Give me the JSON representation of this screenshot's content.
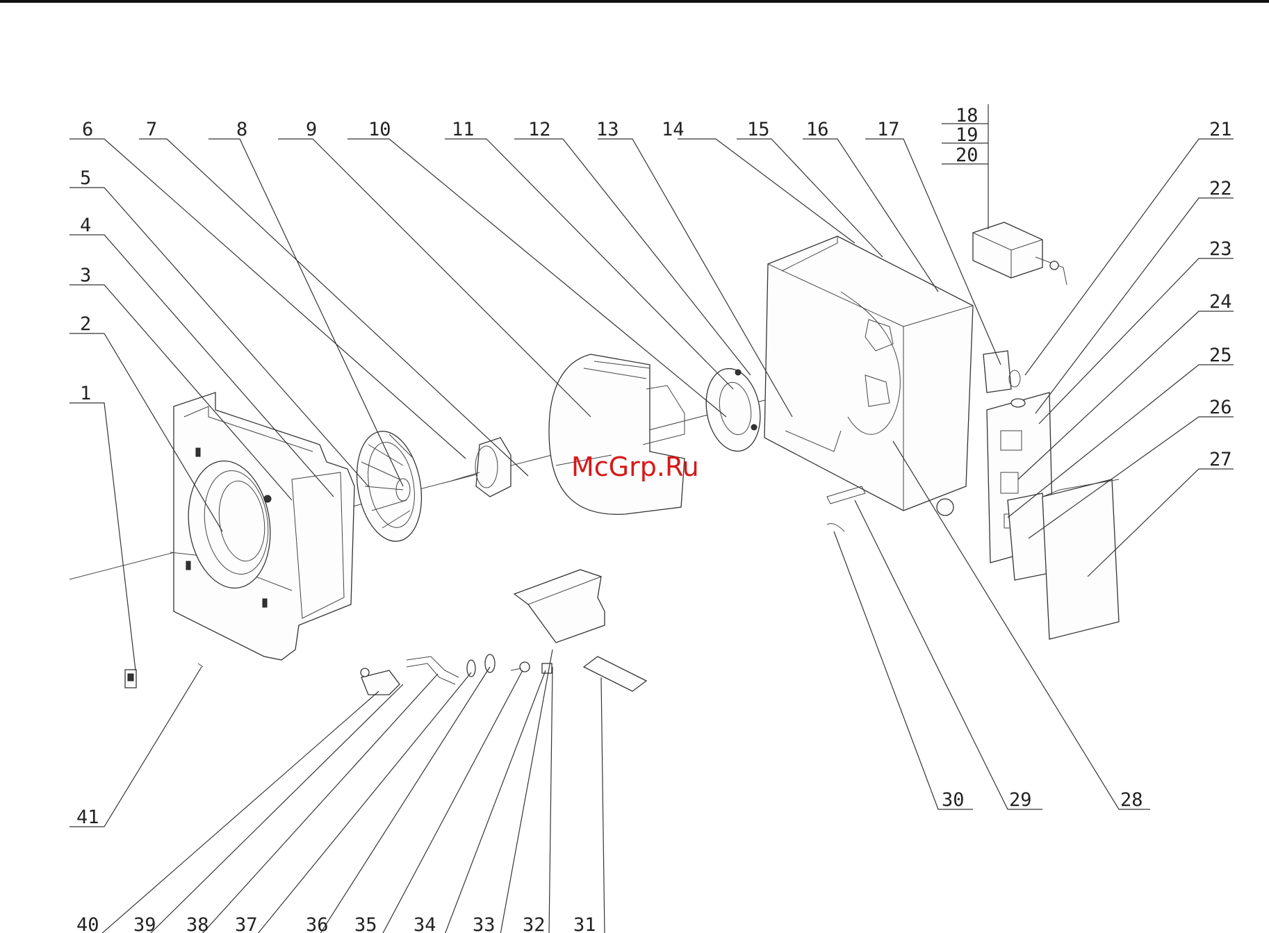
{
  "watermark": "McGrp.Ru",
  "labels": {
    "n1": "1",
    "n2": "2",
    "n3": "3",
    "n4": "4",
    "n5": "5",
    "n6": "6",
    "n7": "7",
    "n8": "8",
    "n9": "9",
    "n10": "10",
    "n11": "11",
    "n12": "12",
    "n13": "13",
    "n14": "14",
    "n15": "15",
    "n16": "16",
    "n17": "17",
    "n18": "18",
    "n19": "19",
    "n20": "20",
    "n21": "21",
    "n22": "22",
    "n23": "23",
    "n24": "24",
    "n25": "25",
    "n26": "26",
    "n27": "27",
    "n28": "28",
    "n29": "29",
    "n30": "30",
    "n31": "31",
    "n32": "32",
    "n33": "33",
    "n34": "34",
    "n35": "35",
    "n36": "36",
    "n37": "37",
    "n38": "38",
    "n39": "39",
    "n40": "40",
    "n41": "41"
  },
  "colors": {
    "line": "#333333",
    "watermark": "#d81818"
  }
}
